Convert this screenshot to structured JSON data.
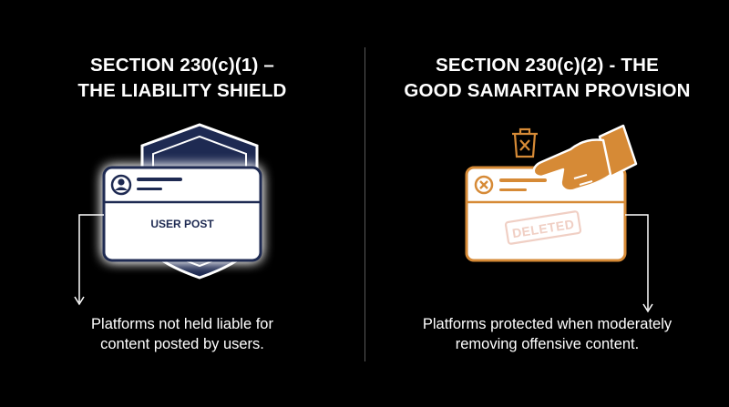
{
  "left_panel": {
    "heading_line1": "SECTION 230(c)(1) –",
    "heading_line2": "THE LIABILITY SHIELD",
    "card_label": "USER POST",
    "caption_line1": "Platforms not held liable for",
    "caption_line2": "content posted by users.",
    "icons": [
      "shield-icon",
      "user-avatar-icon",
      "arrow-down-icon"
    ],
    "colors": {
      "card_border": "#1e2a52",
      "glow": "#ffffff",
      "shield": "#1e2a52"
    }
  },
  "right_panel": {
    "heading_line1": "SECTION 230(c)(2) - THE",
    "heading_line2": "GOOD SAMARITAN PROVISION",
    "stamp_label": "DELETED",
    "caption_line1": "Platforms protected when moderately",
    "caption_line2": "removing offensive content.",
    "icons": [
      "trash-icon",
      "pointing-hand-icon",
      "close-circle-icon",
      "arrow-down-icon"
    ],
    "colors": {
      "accent": "#d68a36",
      "card_fill": "#ffffff"
    }
  }
}
